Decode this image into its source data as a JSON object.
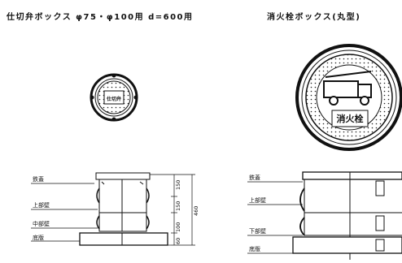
{
  "left": {
    "title": "仕切弁ボックス φ75・φ100用 d=600用",
    "labels": [
      "鉄蓋",
      "上部壁",
      "中部壁",
      "底版"
    ],
    "dims": [
      "150",
      "150",
      "100",
      "60",
      "460"
    ],
    "cover_text": "仕切弁"
  },
  "right": {
    "title": "消火栓ボックス(丸型)",
    "labels": [
      "鉄蓋",
      "上部壁",
      "下部壁",
      "底版"
    ],
    "cover_text": "消火栓"
  }
}
